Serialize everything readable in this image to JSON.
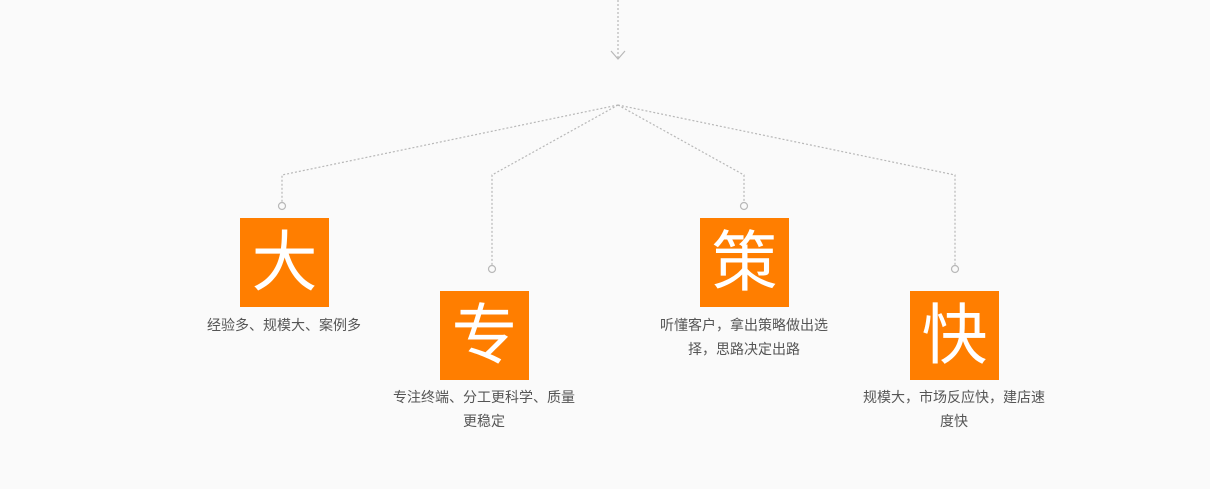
{
  "colors": {
    "tile": "#ff7e00",
    "tile_text": "#ffffff",
    "caption": "#555555",
    "connector": "#b8b8b8",
    "background": "#fafafa"
  },
  "features": [
    {
      "char": "大",
      "caption_line1": "经验多、规模大、案例多",
      "caption_line2": ""
    },
    {
      "char": "专",
      "caption_line1": "专注终端、分工更科学、质量",
      "caption_line2": "更稳定"
    },
    {
      "char": "策",
      "caption_line1": "听懂客户，拿出策略做出选",
      "caption_line2": "择，思路决定出路"
    },
    {
      "char": "快",
      "caption_line1": "规模大，市场反应快，建店速",
      "caption_line2": "度快"
    }
  ]
}
